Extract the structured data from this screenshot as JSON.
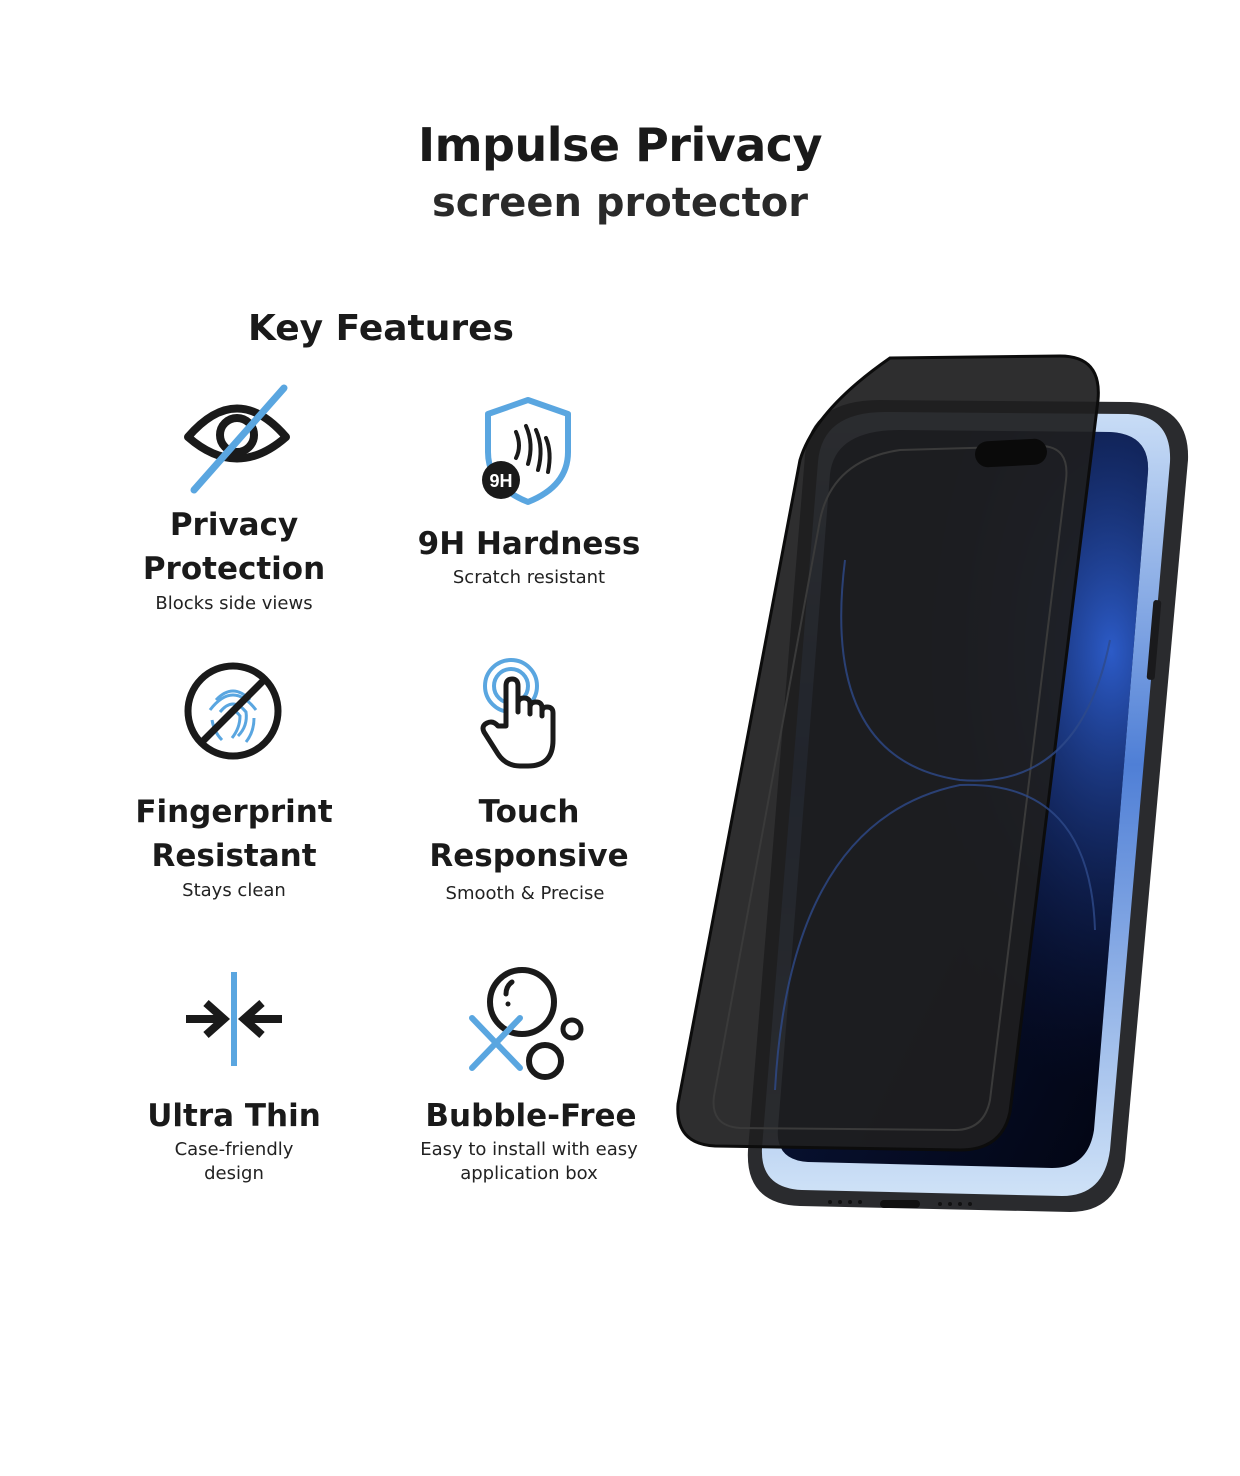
{
  "header": {
    "title": "Impulse Privacy",
    "subtitle": "screen protector"
  },
  "section_title": "Key Features",
  "colors": {
    "accent": "#5aa6e0",
    "ink": "#1a1a1a"
  },
  "features": [
    {
      "icon": "eye-slash-icon",
      "title_lines": [
        "Privacy",
        "Protection"
      ],
      "sub_lines": [
        "Blocks side views"
      ]
    },
    {
      "icon": "shield-9h-icon",
      "badge": "9H",
      "title_lines": [
        "9H Hardness"
      ],
      "sub_lines": [
        "Scratch resistant"
      ]
    },
    {
      "icon": "fingerprint-blocked-icon",
      "title_lines": [
        "Fingerprint",
        "Resistant"
      ],
      "sub_lines": [
        "Stays clean"
      ]
    },
    {
      "icon": "touch-hand-icon",
      "title_lines": [
        "Touch",
        "Responsive"
      ],
      "sub_lines": [
        "Smooth & Precise"
      ]
    },
    {
      "icon": "arrows-compress-icon",
      "title_lines": [
        "Ultra Thin"
      ],
      "sub_lines": [
        "Case-friendly",
        "design"
      ]
    },
    {
      "icon": "bubbles-crossed-icon",
      "title_lines": [
        "Bubble-Free"
      ],
      "sub_lines": [
        "Easy to install with easy",
        "application box"
      ]
    }
  ]
}
